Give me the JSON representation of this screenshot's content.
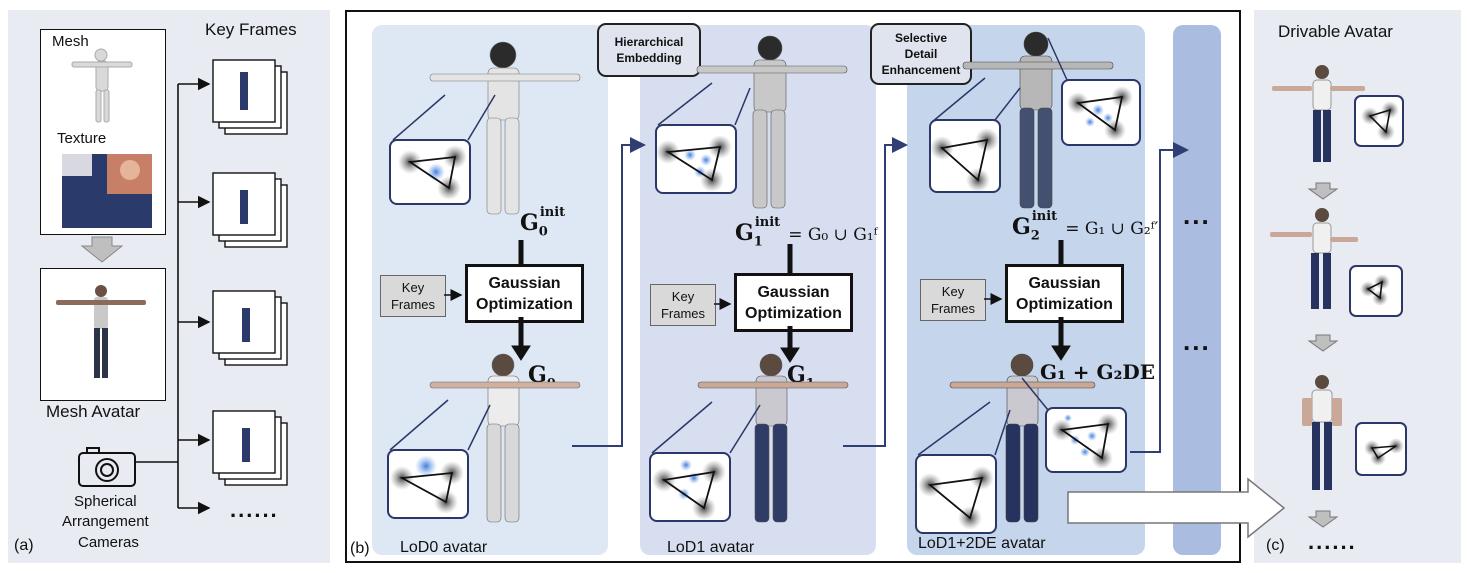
{
  "panel_a": {
    "mesh_label": "Mesh",
    "texture_label": "Texture",
    "key_frames_label": "Key Frames",
    "mesh_avatar_label": "Mesh Avatar",
    "cameras_label_1": "Spherical",
    "cameras_label_2": "Arrangement",
    "cameras_label_3": "Cameras",
    "panel_label": "(a)",
    "ellipsis": "......"
  },
  "panel_b": {
    "panel_label": "(b)",
    "lod0_label": "LoD0 avatar",
    "lod1_label": "LoD1 avatar",
    "lod2_label": "LoD1+2DE avatar",
    "hierarchical_tag": "Hierarchical\nEmbedding",
    "selective_tag": "Selective\nDetail\nEnhancement",
    "key_frames": "Key\nFrames",
    "gaussian_opt": "Gaussian\nOptimization",
    "g0_init_base": "G",
    "g0_init_sub": "0",
    "g0_init_sup": "init",
    "g0_base": "G",
    "g0_sub": "0",
    "g1_init_base": "G",
    "g1_init_sub": "1",
    "g1_init_sup": "init",
    "g1_init_rhs": "= G₀ ∪ G₁ᶠ",
    "g1_base": "G",
    "g1_sub": "1",
    "g2_init_base": "G",
    "g2_init_sub": "2",
    "g2_init_sup": "init",
    "g2_init_rhs": "= G₁ ∪ G₂ᶠ′",
    "g12_text": "G₁ + G₂DE",
    "ellipsis_vert": "...",
    "ellipsis_vert2": "..."
  },
  "panel_c": {
    "title": "Drivable Avatar",
    "panel_label": "(c)",
    "ellipsis": "......"
  },
  "colors": {
    "panel_bg": "#e8ebf2",
    "lod0_bg": "#dde8f4",
    "lod1_bg": "#d6deef",
    "lod2_bg": "#c5d6ec",
    "ellipsis_col_bg": "#aabcdf",
    "arrow_blue": "#2f3f73",
    "zoom_border": "#2a3768"
  }
}
